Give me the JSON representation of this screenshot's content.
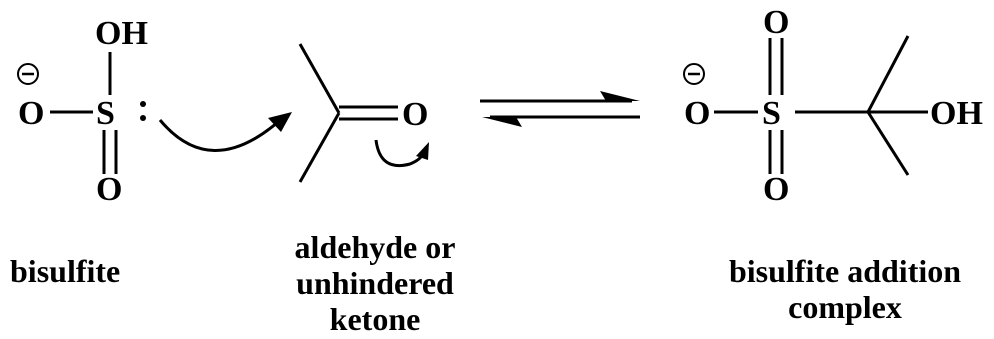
{
  "reactant_bisulfite": {
    "atom_oh": "OH",
    "atom_s": "S",
    "atom_o_left": "O",
    "atom_o_bottom": "O",
    "charge_symbol": "−",
    "label": "bisulfite"
  },
  "reactant_carbonyl": {
    "atom_o": "O",
    "label_lines": [
      "aldehyde or",
      "unhindered",
      "ketone"
    ]
  },
  "product_complex": {
    "atom_o_top": "O",
    "atom_o_left": "O",
    "atom_s": "S",
    "atom_o_bottom": "O",
    "atom_oh": "OH",
    "charge_symbol": "−",
    "label_lines": [
      "bisulfite addition",
      "complex"
    ]
  }
}
